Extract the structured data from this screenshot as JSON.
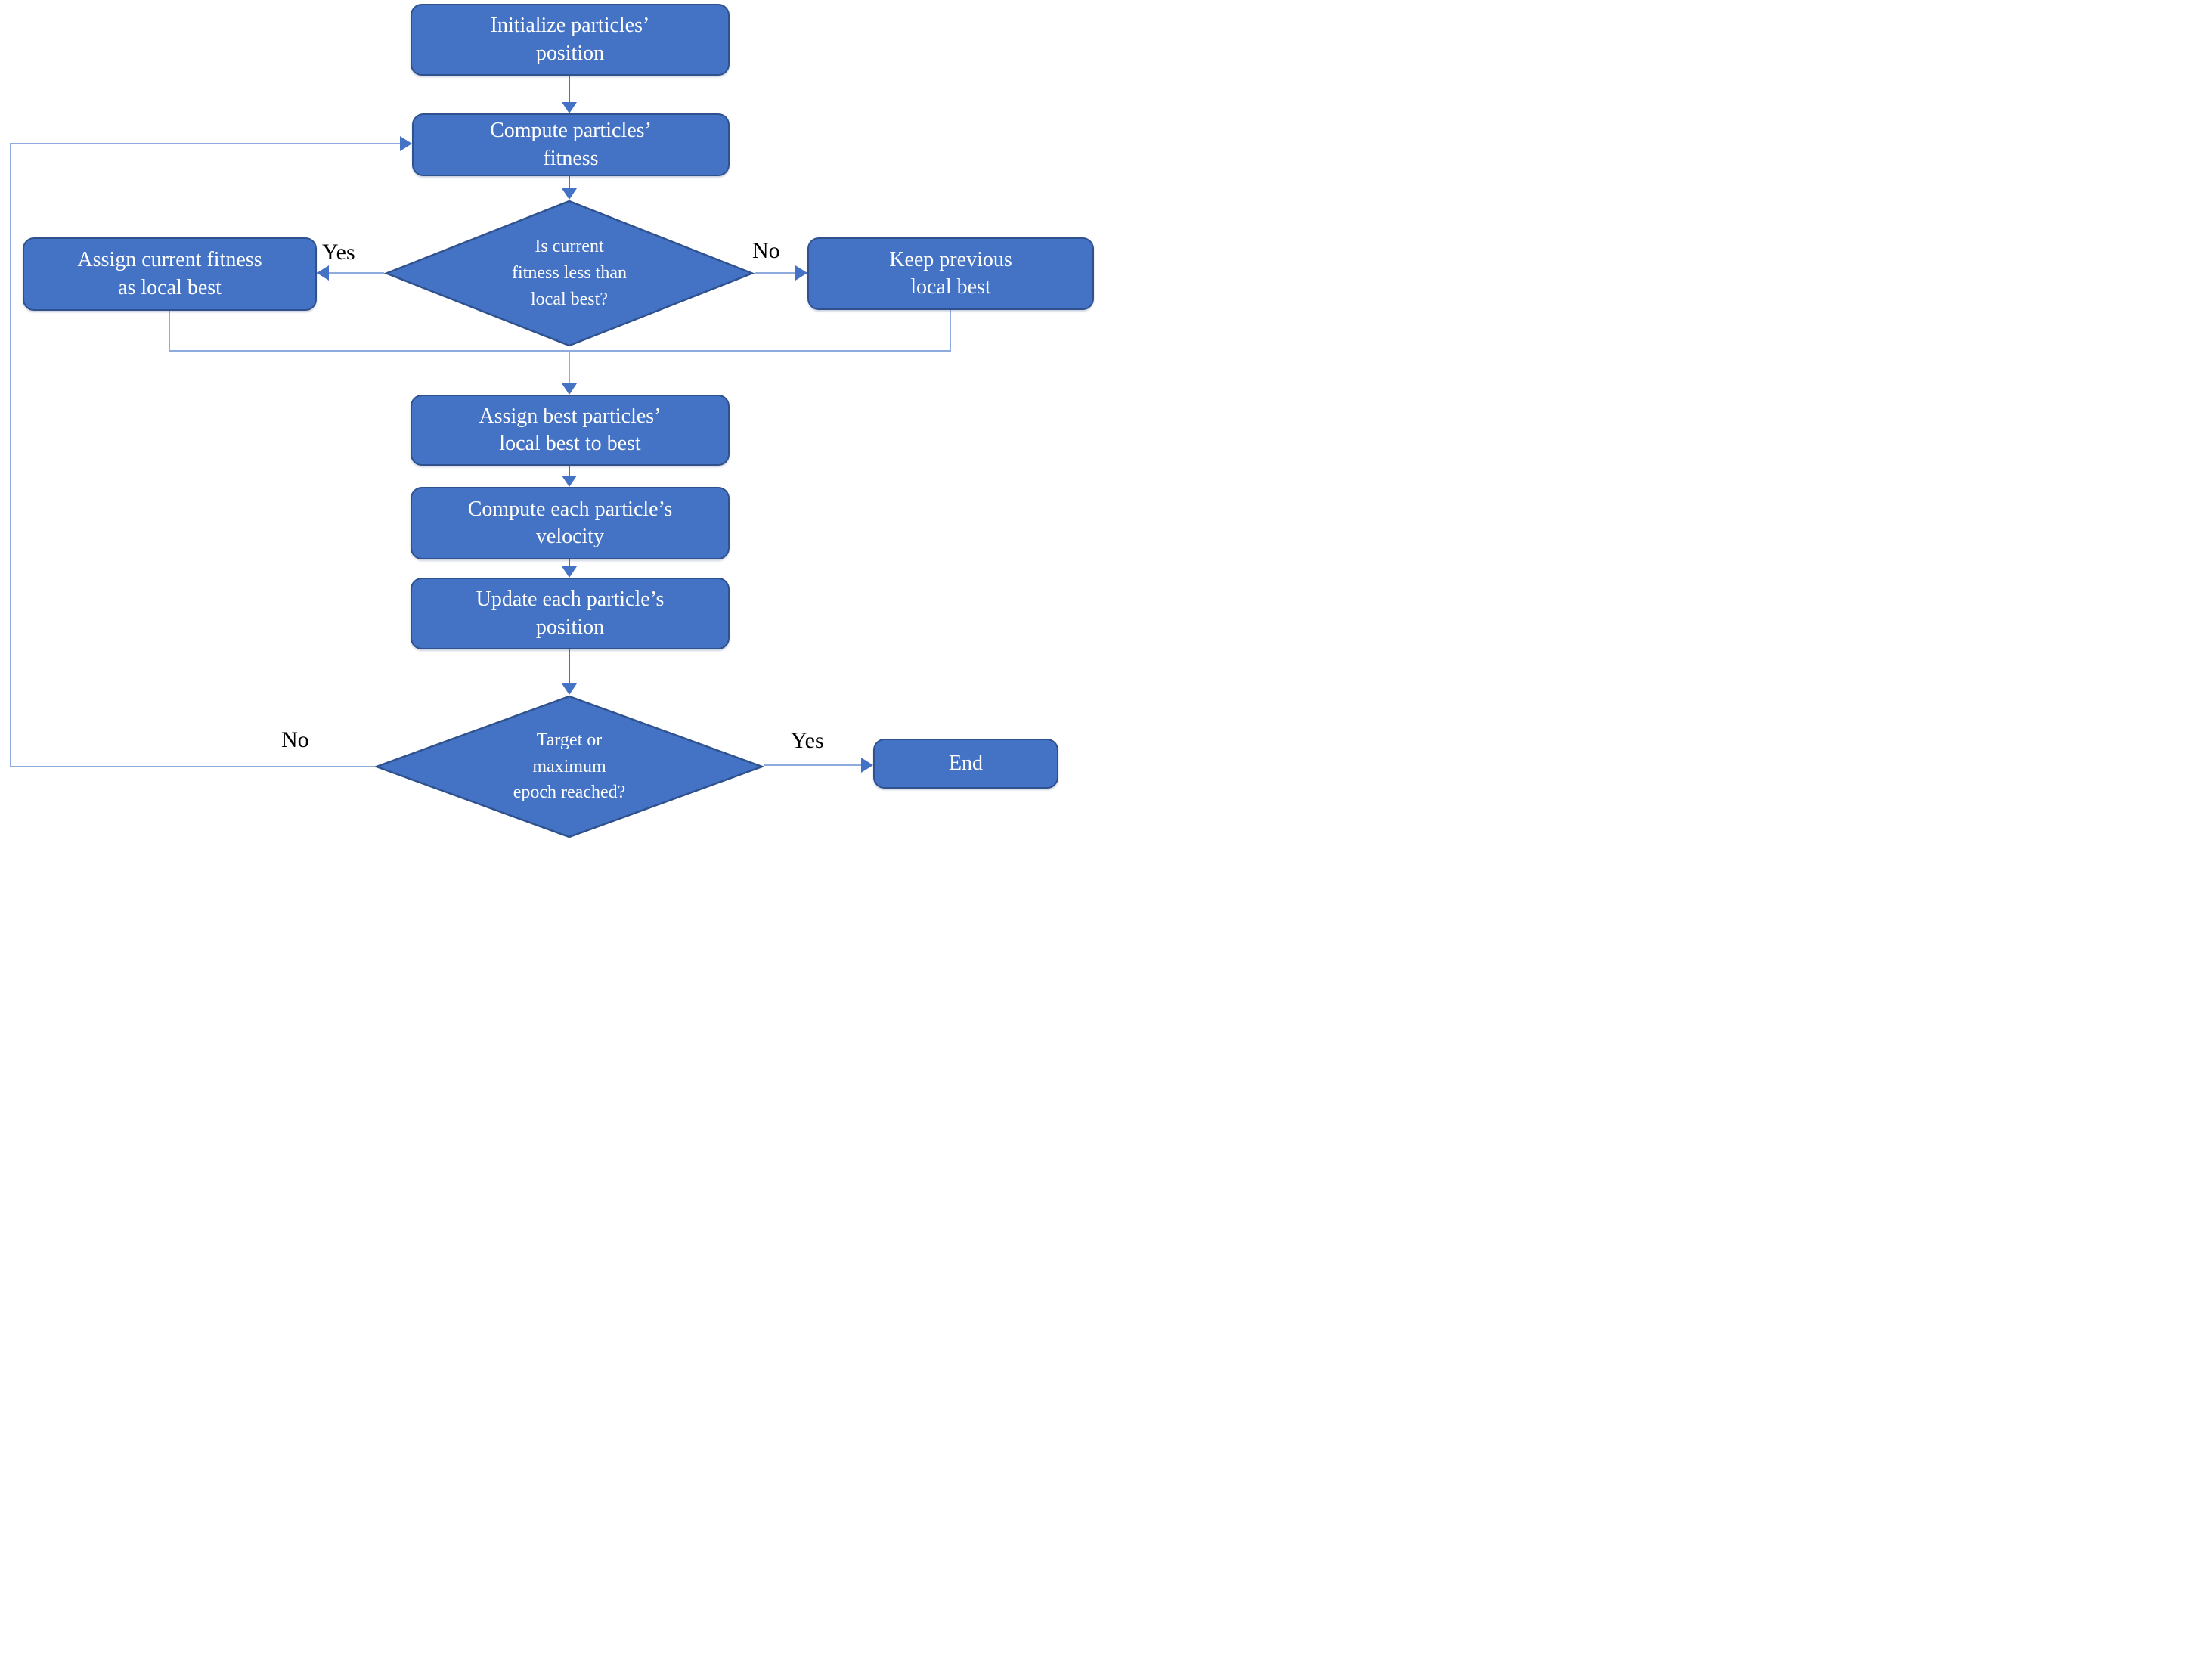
{
  "nodes": {
    "init": {
      "label": "Initialize particles’\nposition"
    },
    "compute_fitness": {
      "label": "Compute particles’\nfitness"
    },
    "fitness_decision": {
      "label": "Is current\nfitness less than\nlocal best?"
    },
    "assign_current": {
      "label": "Assign current fitness\nas local best"
    },
    "keep_previous": {
      "label": "Keep previous\nlocal best"
    },
    "assign_best": {
      "label": "Assign best particles’\nlocal best to best"
    },
    "compute_velocity": {
      "label": "Compute each particle’s\nvelocity"
    },
    "update_position": {
      "label": "Update each particle’s\nposition"
    },
    "epoch_decision": {
      "label": "Target or\nmaximum\nepoch reached?"
    },
    "end": {
      "label": "End"
    }
  },
  "edge_labels": {
    "fitness_yes": "Yes",
    "fitness_no": "No",
    "epoch_no": "No",
    "epoch_yes": "Yes"
  },
  "edges": [
    {
      "from": "init",
      "to": "compute_fitness",
      "label": ""
    },
    {
      "from": "compute_fitness",
      "to": "fitness_decision",
      "label": ""
    },
    {
      "from": "fitness_decision",
      "to": "assign_current",
      "label": "Yes"
    },
    {
      "from": "fitness_decision",
      "to": "keep_previous",
      "label": "No"
    },
    {
      "from": "assign_current",
      "to": "assign_best",
      "label": ""
    },
    {
      "from": "keep_previous",
      "to": "assign_best",
      "label": ""
    },
    {
      "from": "assign_best",
      "to": "compute_velocity",
      "label": ""
    },
    {
      "from": "compute_velocity",
      "to": "update_position",
      "label": ""
    },
    {
      "from": "update_position",
      "to": "epoch_decision",
      "label": ""
    },
    {
      "from": "epoch_decision",
      "to": "compute_fitness",
      "label": "No"
    },
    {
      "from": "epoch_decision",
      "to": "end",
      "label": "Yes"
    }
  ],
  "colors": {
    "node_fill": "#4472C4",
    "node_border": "#2F528F",
    "connector_light": "#8FAADC",
    "arrowhead": "#4472C4",
    "node_text": "#FFFFFF",
    "edge_label_text": "#000000",
    "background": "#FFFFFF"
  }
}
